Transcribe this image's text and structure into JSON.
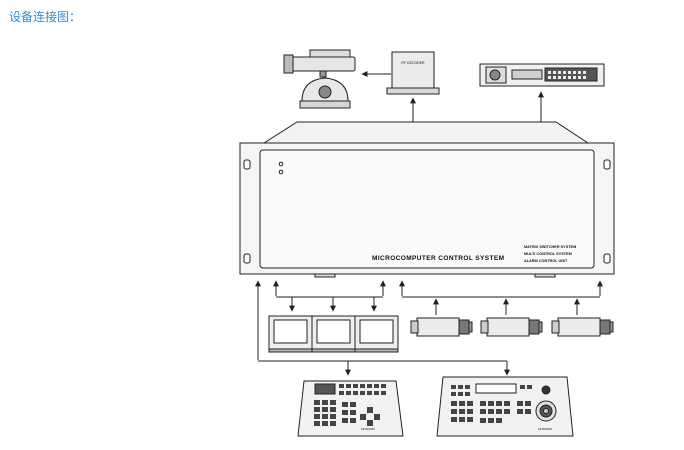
{
  "caption": "设备连接图：",
  "colors": {
    "caption": "#2f8fd8",
    "line": "#222222",
    "metal": "#e9e9e9"
  },
  "chassis": {
    "title": "MICROCOMPUTER CONTROL SYSTEM",
    "lines": [
      "MATRIX SWITCHER SYSTEM",
      "MULTI CONTROL SYSTEM",
      "ALARM CONTROL UNIT"
    ]
  },
  "decoder": {
    "label": "RF DECODER"
  },
  "keyboards": {
    "left_label": "KEYBOARD",
    "right_label": "KEYBOARD"
  }
}
